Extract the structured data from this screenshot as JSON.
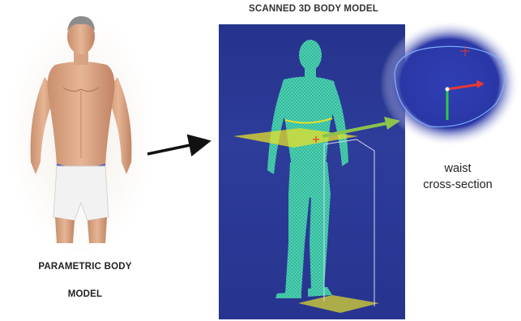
{
  "titles": {
    "scanned_model": "SCANNED 3D BODY MODEL",
    "parametric_line1": "PARAMETRIC BODY",
    "parametric_line2": "MODEL"
  },
  "cross_section": {
    "label_line1": "waist",
    "label_line2": "cross-section"
  },
  "colors": {
    "scan_background": "#2b3891",
    "mesh": "#49d2b2",
    "waist_plane": "#e6e02a",
    "arrow_green": "#8bc34a",
    "axis_red": "#e53935",
    "axis_green": "#2ecc40"
  }
}
